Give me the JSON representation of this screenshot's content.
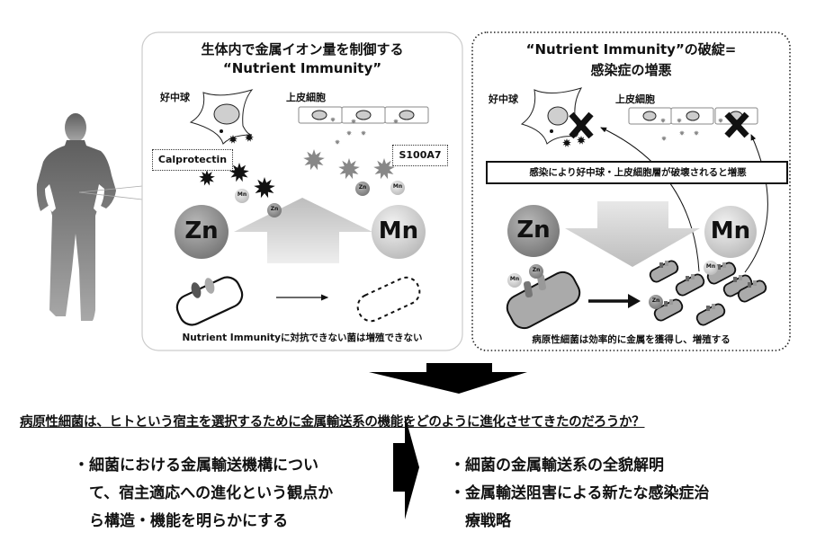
{
  "left_panel": {
    "title_line1": "生体内で金属イオン量を制御する",
    "title_line2": "“Nutrient Immunity”",
    "neutrophil_label": "好中球",
    "epithelial_label": "上皮細胞",
    "calprotectin_label": "Calprotectin",
    "s100a7_label": "S100A7",
    "zn_big": "Zn",
    "mn_big": "Mn",
    "zn_small": "Zn",
    "mn_small": "Mn",
    "caption": "Nutrient Immunityに対抗できない菌は増殖できない"
  },
  "right_panel": {
    "title_line1": "“Nutrient Immunity”の破綻=",
    "title_line2": "感染症の増悪",
    "neutrophil_label": "好中球",
    "epithelial_label": "上皮細胞",
    "banner": "感染により好中球・上皮細胞層が破壊されると増悪",
    "zn_big": "Zn",
    "mn_big": "Mn",
    "zn_small": "Zn",
    "mn_small": "Mn",
    "caption": "病原性細菌は効率的に金属を獲得し、増殖する"
  },
  "question": "病原性細菌は、ヒトという宿主を選択するために金属輸送系の機能をどのように進化させてきたのだろうか？",
  "left_bullets": [
    "・細菌における金属輸送機構につい",
    "　て、宿主適応への進化という観点か",
    "　ら構造・機能を明らかにする"
  ],
  "right_bullets": [
    "・細菌の金属輸送系の全貌解明",
    "・金属輸送阻害による新たな感染症治",
    "　療戦略"
  ],
  "colors": {
    "panel_border": "#cccccc",
    "gray_sphere": "#8a8a8a",
    "light_sphere": "#d8d8d8",
    "star_dark": "#111111",
    "star_gray": "#888888",
    "bacterium_fill": "#aaaaaa"
  }
}
